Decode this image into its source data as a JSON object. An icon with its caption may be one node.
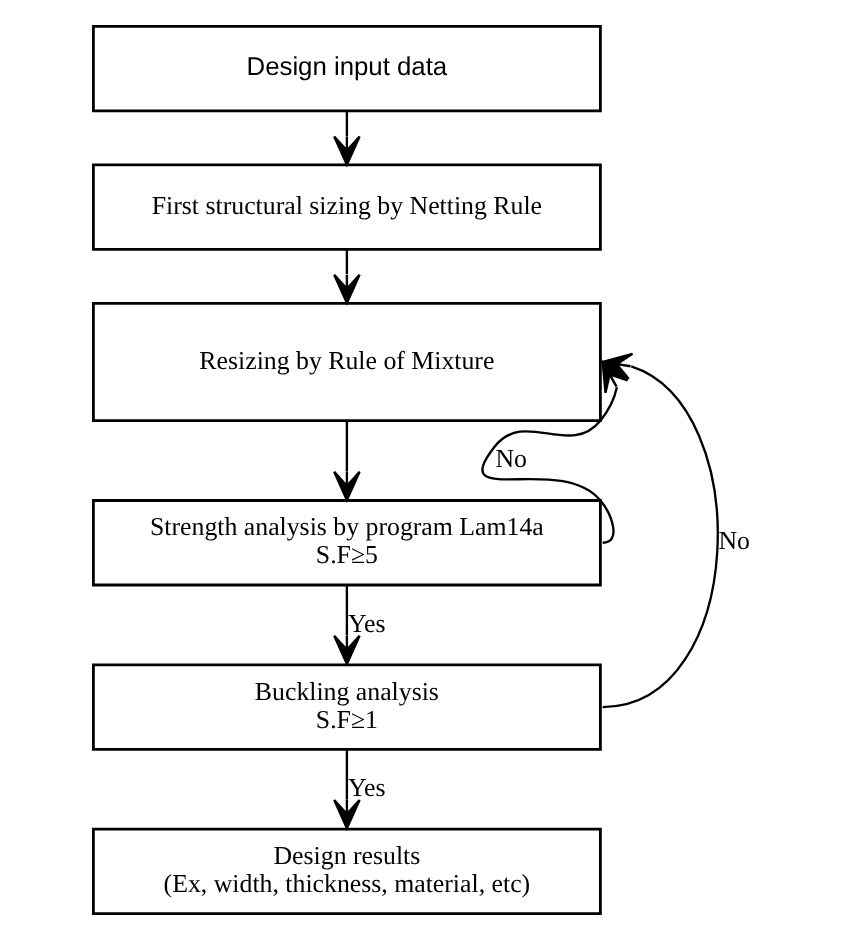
{
  "diagram": {
    "nodes": [
      {
        "text": [
          "Design input data"
        ]
      },
      {
        "text": [
          "First structural sizing by Netting Rule"
        ]
      },
      {
        "text": [
          "Resizing by Rule of Mixture"
        ]
      },
      {
        "text": [
          "Strength analysis by program Lam14a",
          "S.F≥5"
        ]
      },
      {
        "text": [
          "Buckling analysis",
          "S.F≥1"
        ]
      },
      {
        "text": [
          "Design results",
          "(Ex, width, thickness, material, etc)"
        ]
      }
    ],
    "edges": [
      {
        "from": 0,
        "to": 1,
        "arrow": "to"
      },
      {
        "from": 1,
        "to": 2,
        "arrow": "to"
      },
      {
        "from": 2,
        "to": 3,
        "arrow": "to"
      },
      {
        "from": 3,
        "to": 4,
        "arrow": "to",
        "label": "Yes"
      },
      {
        "from": 4,
        "to": 5,
        "arrow": "to",
        "label": "Yes"
      },
      {
        "from": 3,
        "to": 2,
        "arrow": "to",
        "label": "No"
      },
      {
        "from": 4,
        "to": 2,
        "arrow": "to",
        "label": "No"
      }
    ]
  }
}
